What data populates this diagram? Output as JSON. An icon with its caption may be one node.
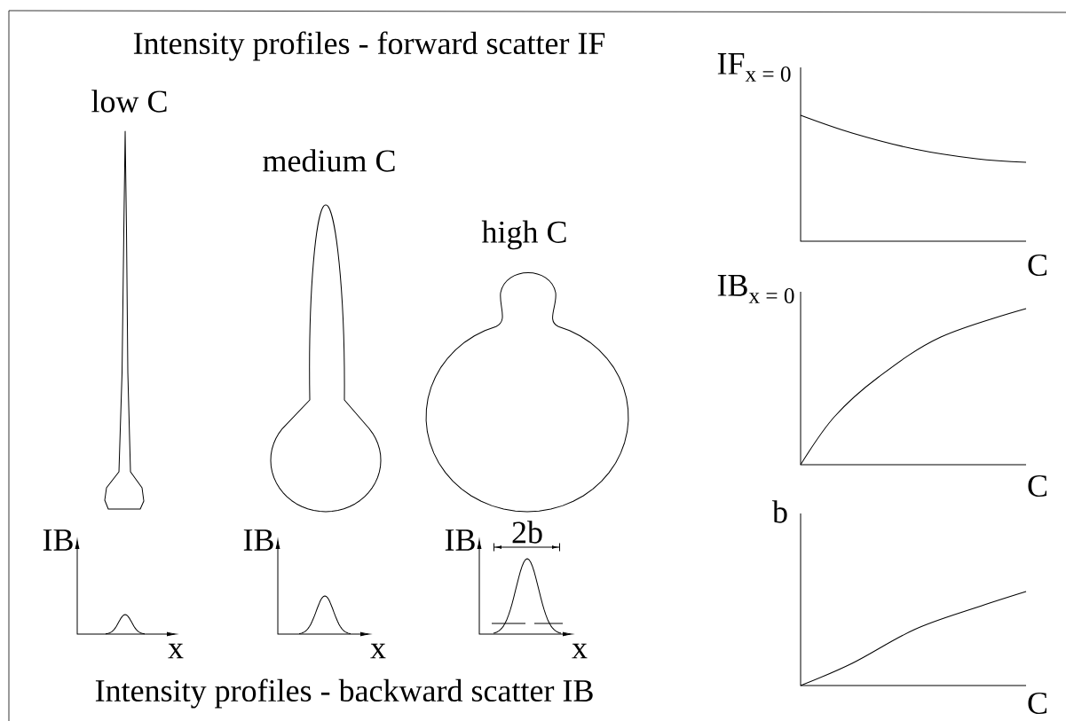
{
  "diagram": {
    "title": "Intensity profiles - forward scatter IF",
    "caption": "Intensity profiles - backward scatter IB",
    "labels": [
      "low C",
      "medium C",
      "high C",
      "IB",
      "x",
      "IB",
      "x",
      "IB",
      "2b",
      "x",
      "IF$_{x = 0}$",
      "C",
      "IB$_{x = 0}$",
      "C",
      "b",
      "C"
    ]
  }
}
